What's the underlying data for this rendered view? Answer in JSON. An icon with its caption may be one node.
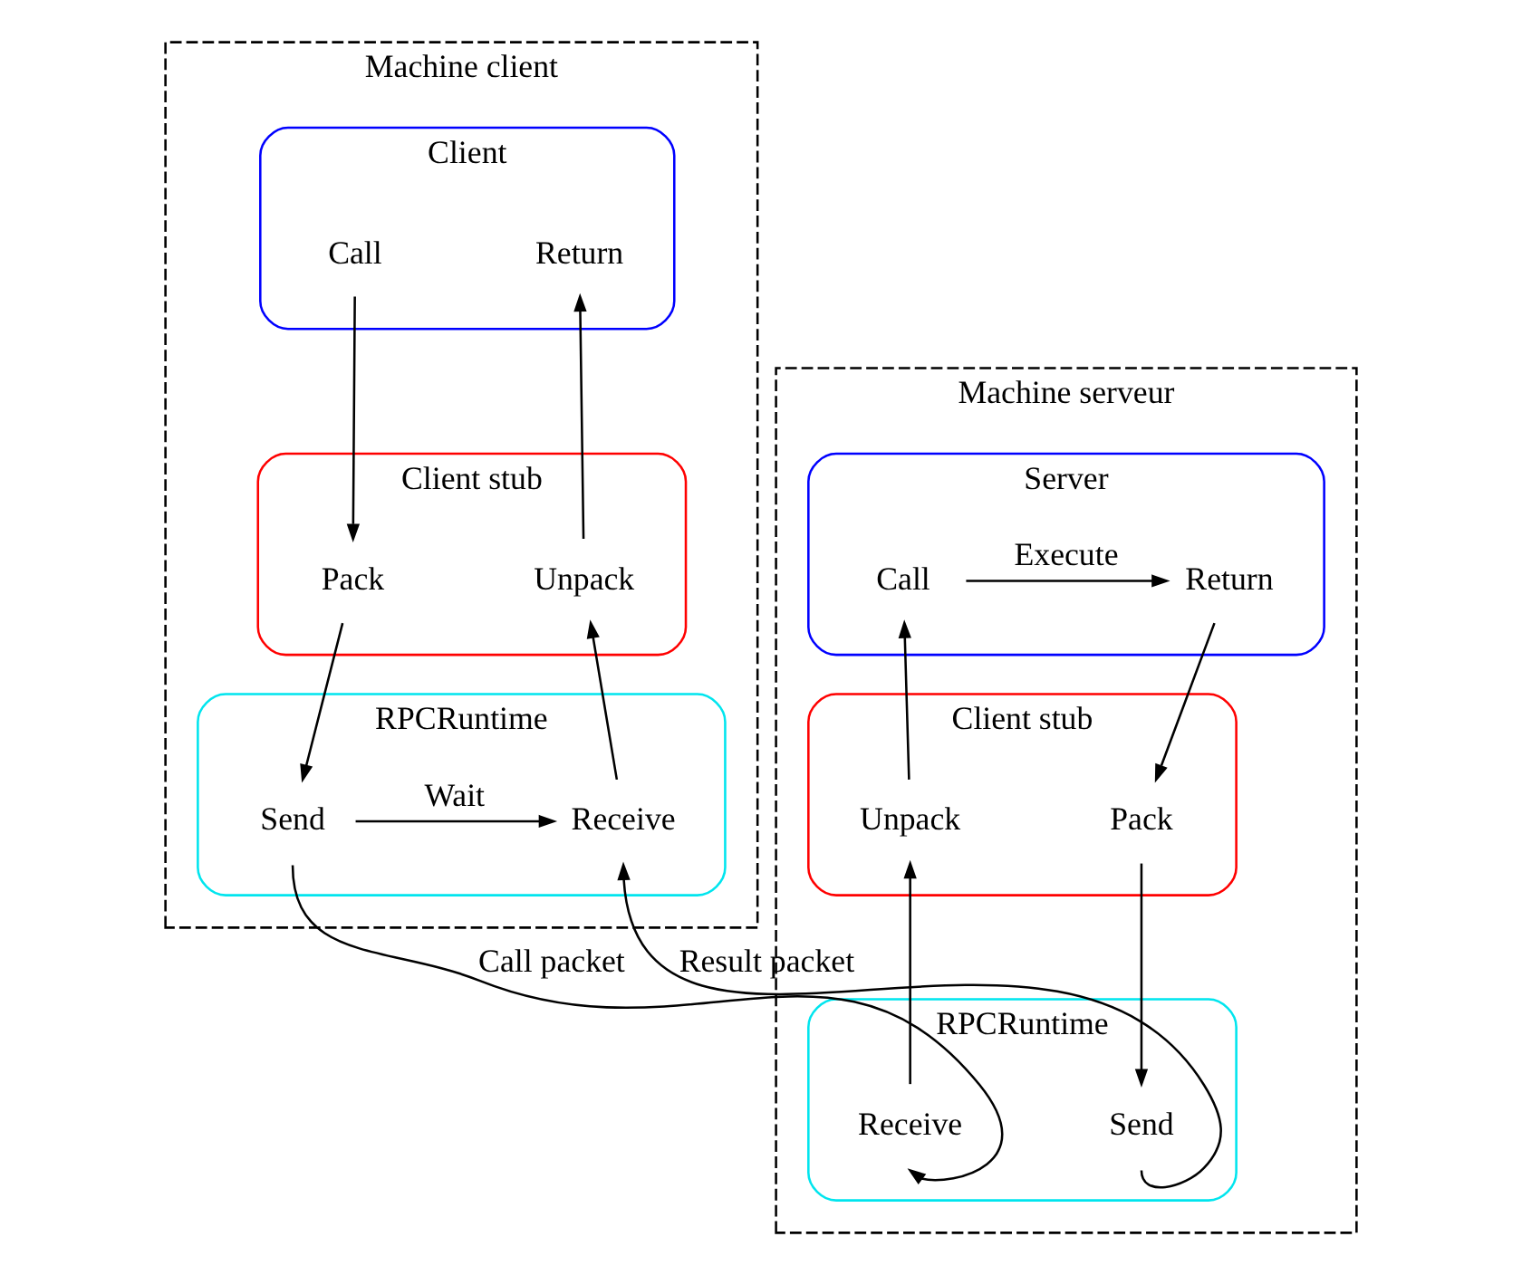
{
  "diagram": {
    "nodes": [
      {
        "text": [
          "Machine client"
        ]
      },
      {
        "text": [
          "Client"
        ],
        "in": 0
      },
      {
        "text": [
          "Return"
        ],
        "in": 1
      },
      {
        "text": [
          "Call"
        ],
        "in": 1
      },
      {
        "text": [
          "Client stub"
        ],
        "in": 0
      },
      {
        "text": [
          "Unpack"
        ],
        "in": 4
      },
      {
        "text": [
          "Pack"
        ],
        "in": 4
      },
      {
        "text": [
          "RPCRuntime"
        ],
        "in": 0
      },
      {
        "text": [
          "Receive"
        ],
        "in": 7
      },
      {
        "text": [
          "Send"
        ],
        "in": 7
      },
      {
        "text": [
          "Machine serveur"
        ]
      },
      {
        "text": [
          "Server"
        ],
        "in": 10
      },
      {
        "text": [
          "Call"
        ],
        "in": 11
      },
      {
        "text": [
          "Return"
        ],
        "in": 11
      },
      {
        "text": [
          "Client stub"
        ],
        "in": 10
      },
      {
        "text": [
          "Unpack"
        ],
        "in": 14
      },
      {
        "text": [
          "Pack"
        ],
        "in": 14
      },
      {
        "text": [
          "RPCRuntime"
        ],
        "in": 10
      },
      {
        "text": [
          "Receive"
        ],
        "in": 17
      },
      {
        "text": [
          "Send"
        ],
        "in": 17
      }
    ],
    "edges": [
      {
        "from": 3,
        "to": 6,
        "arrow": "to"
      },
      {
        "from": 6,
        "to": 9,
        "arrow": "to"
      },
      {
        "from": 9,
        "to": 8,
        "arrow": "to",
        "label": "Wait"
      },
      {
        "from": 8,
        "to": 5,
        "arrow": "to"
      },
      {
        "from": 5,
        "to": 2,
        "arrow": "to"
      },
      {
        "from": 9,
        "to": 18,
        "arrow": "to",
        "label": "Call packet"
      },
      {
        "from": 18,
        "to": 15,
        "arrow": "to"
      },
      {
        "from": 15,
        "to": 12,
        "arrow": "to"
      },
      {
        "from": 12,
        "to": 13,
        "arrow": "to",
        "label": "Execute"
      },
      {
        "from": 13,
        "to": 16,
        "arrow": "to"
      },
      {
        "from": 16,
        "to": 19,
        "arrow": "to"
      },
      {
        "from": 19,
        "to": 8,
        "arrow": "to",
        "label": "Result packet"
      }
    ]
  }
}
